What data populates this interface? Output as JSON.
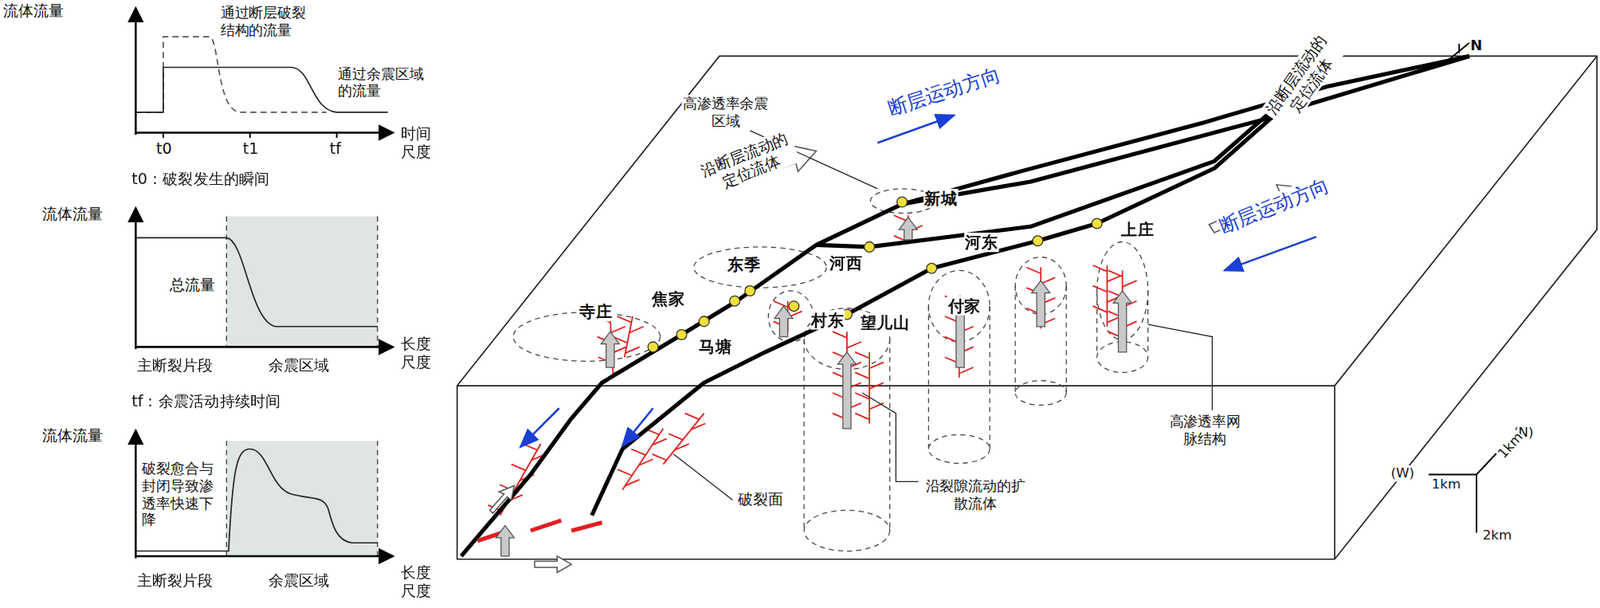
{
  "diagram": {
    "labels": [
      "流体流量",
      "通过断层破裂结构的流量",
      "通过余震区域的流量",
      "t0",
      "t1",
      "tf",
      "时间尺度",
      "t0：破裂发生的瞬间",
      "流体流量",
      "总流量",
      "主断裂片段",
      "余震区域",
      "长度尺度",
      "tf：余震活动持续时间",
      "流体流量",
      "破裂愈合与封闭导致渗透率快速下降",
      "主断裂片段",
      "余震区域",
      "长度尺度",
      "高渗透率余震区域",
      "沿断层流动的定位流体",
      "断层运动方向",
      "新城",
      "沿断层流动的定位流体",
      "断层运动方向",
      "N",
      "东季",
      "河西",
      "河东",
      "上庄",
      "寺庄",
      "焦家",
      "村东",
      "付家",
      "马塘",
      "望儿山",
      "高渗透率网脉结构",
      "破裂面",
      "沿裂隙流动的扩散流体",
      "(N)",
      "(W)",
      "1km",
      "1km",
      "2km"
    ]
  }
}
